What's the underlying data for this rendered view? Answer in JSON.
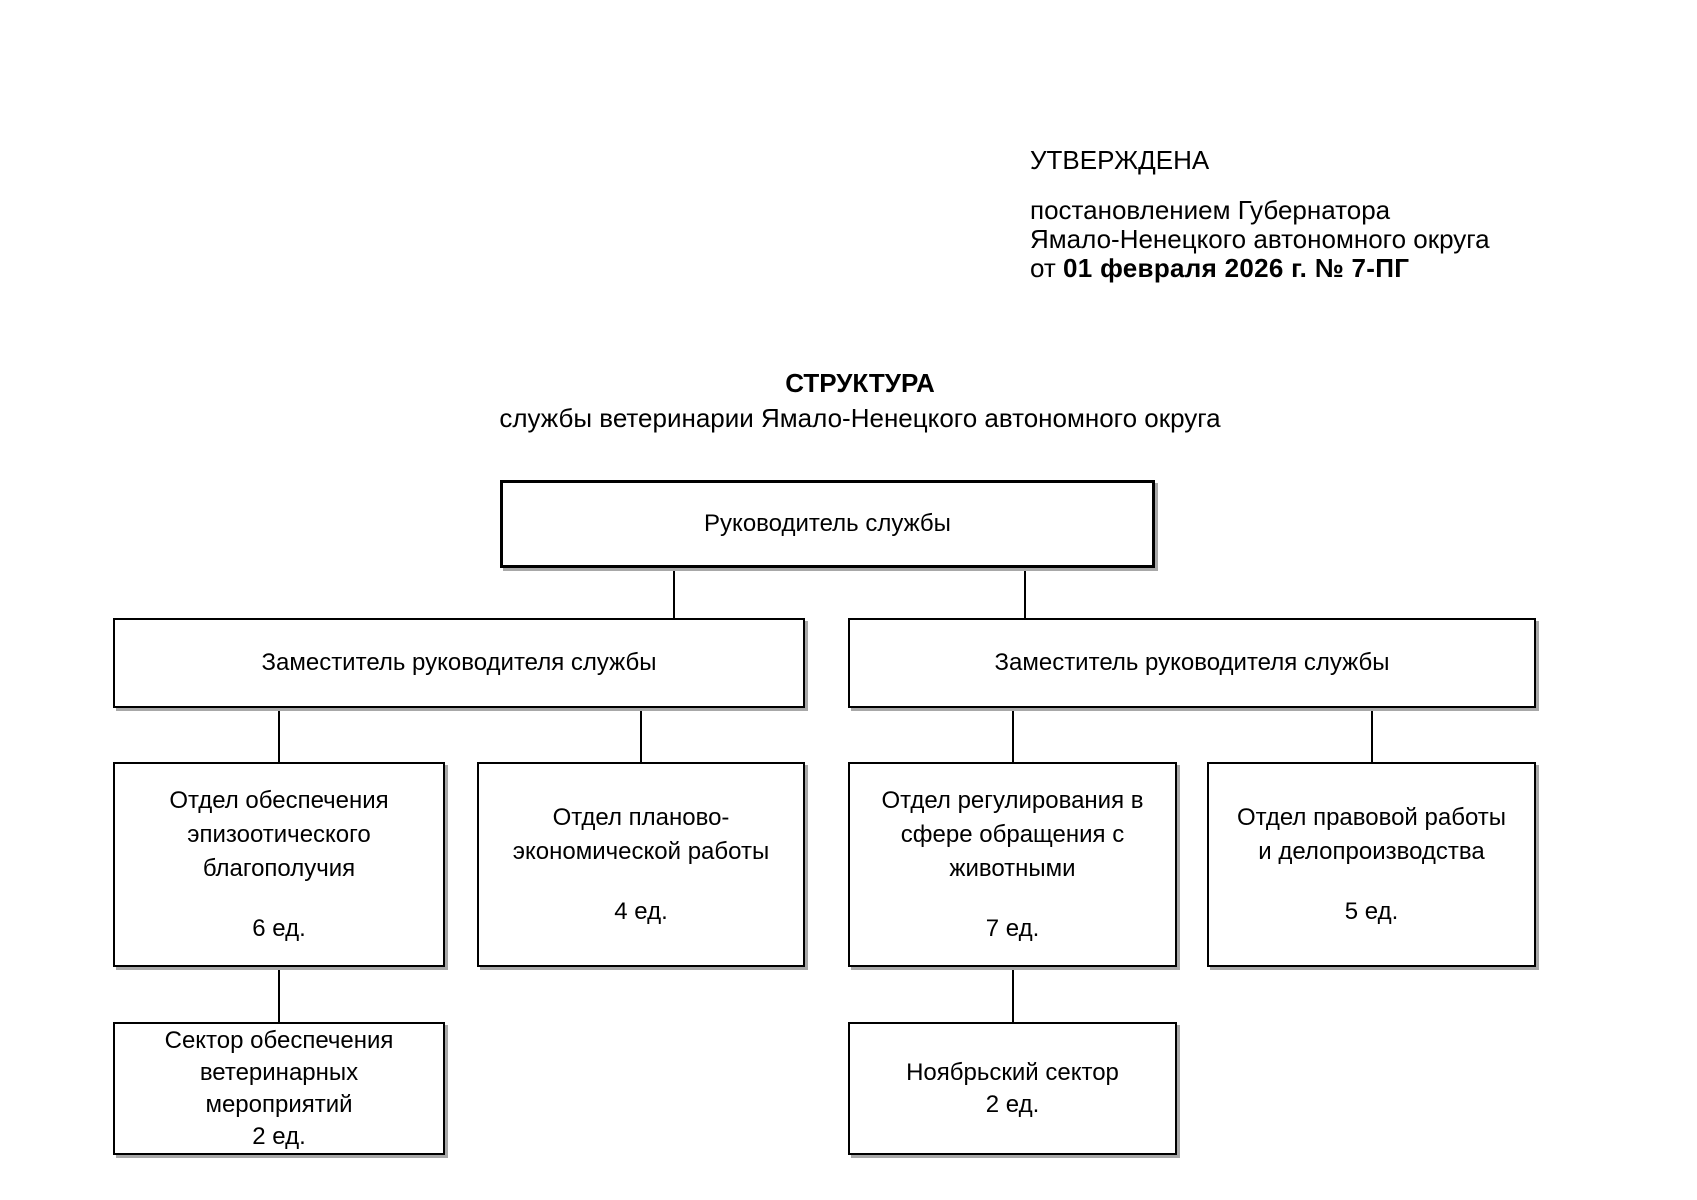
{
  "approval": {
    "approved_label": "УТВЕРЖДЕНА",
    "by_lines": [
      "постановлением Губернатора",
      "Ямало-Ненецкого автономного округа"
    ],
    "date_prefix": "от ",
    "date_bold": "01 февраля 2026 г. № 7-ПГ"
  },
  "title": {
    "heading": "СТРУКТУРА",
    "subtitle": "службы ветеринарии Ямало-Ненецкого автономного округа"
  },
  "org": {
    "head": {
      "label": "Руководитель службы"
    },
    "deputy_left": {
      "label": "Заместитель руководителя службы"
    },
    "deputy_right": {
      "label": "Заместитель руководителя службы"
    },
    "dept_epizootic": {
      "title_lines": [
        "Отдел обеспечения",
        "эпизоотического",
        "благополучия"
      ],
      "count": "6 ед."
    },
    "dept_planning": {
      "title_lines": [
        "Отдел планово-",
        "экономической работы"
      ],
      "count": "4 ед."
    },
    "dept_animal_regulation": {
      "title_lines": [
        "Отдел регулирования в",
        "сфере обращения с",
        "животными"
      ],
      "count": "7 ед."
    },
    "dept_legal": {
      "title_lines": [
        "Отдел правовой работы",
        "и делопроизводства"
      ],
      "count": "5 ед."
    },
    "sector_vet_measures": {
      "title_lines": [
        "Сектор обеспечения",
        "ветеринарных",
        "мероприятий"
      ],
      "count": "2 ед."
    },
    "sector_noyabrsk": {
      "title_lines": [
        "Ноябрьский сектор"
      ],
      "count": "2 ед."
    }
  },
  "colors": {
    "background": "#ffffff",
    "line": "#000000",
    "text": "#000000",
    "box_shadow": "#a8a8a8"
  }
}
